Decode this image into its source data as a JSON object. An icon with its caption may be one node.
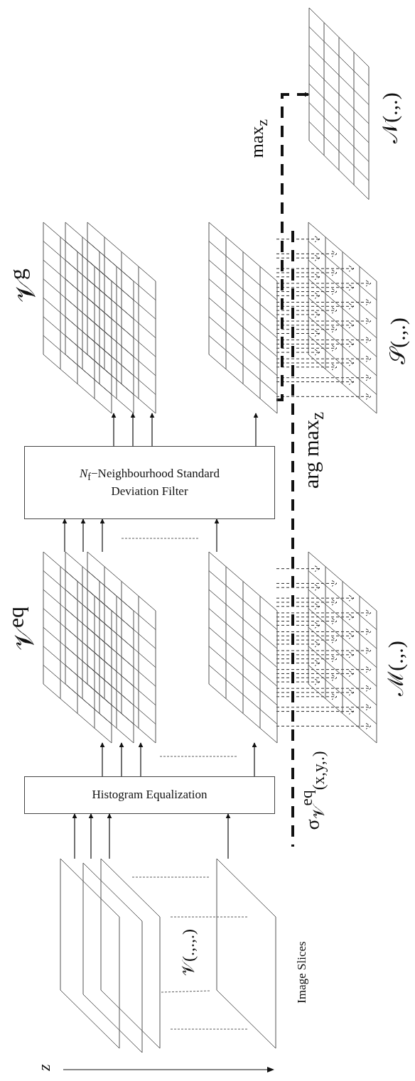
{
  "diagram": {
    "nodes": [
      {
        "text": [
          "𝒱(.,.,.)"
        ],
        "beside": [
          "Image Slices"
        ]
      },
      {
        "text": [
          "Histogram Equalization"
        ]
      },
      {
        "text": [],
        "shape": "picture",
        "beside": [
          "𝒱$^{eq}$"
        ]
      },
      {
        "text": [
          "*N*$_{f}$−Neighbourhood Standard Deviation Filter"
        ]
      },
      {
        "text": [],
        "shape": "picture",
        "beside": [
          "𝒱$^{g}$"
        ]
      },
      {
        "text": [],
        "shape": "picture",
        "beside": [
          "ℳ(.,.)"
        ]
      },
      {
        "text": [],
        "shape": "picture",
        "beside": [
          "𝒮(.,.)"
        ]
      },
      {
        "text": [],
        "shape": "picture",
        "beside": [
          "𝒩(.,.)"
        ]
      }
    ],
    "edges": [
      {
        "from": 0,
        "to": 1,
        "arrow": "to"
      },
      {
        "from": 0,
        "to": 1,
        "arrow": "to"
      },
      {
        "from": 0,
        "to": 1,
        "arrow": "to"
      },
      {
        "from": 0,
        "to": 1,
        "arrow": "to"
      },
      {
        "from": 1,
        "to": 2,
        "arrow": "to"
      },
      {
        "from": 1,
        "to": 2,
        "arrow": "to"
      },
      {
        "from": 1,
        "to": 2,
        "arrow": "to"
      },
      {
        "from": 1,
        "to": 2,
        "arrow": "to"
      },
      {
        "from": 2,
        "to": 3,
        "arrow": "to"
      },
      {
        "from": 2,
        "to": 3,
        "arrow": "to"
      },
      {
        "from": 2,
        "to": 3,
        "arrow": "to"
      },
      {
        "from": 2,
        "to": 3,
        "arrow": "to"
      },
      {
        "from": 3,
        "to": 4,
        "arrow": "to"
      },
      {
        "from": 3,
        "to": 4,
        "arrow": "to"
      },
      {
        "from": 3,
        "to": 4,
        "arrow": "to"
      },
      {
        "from": 3,
        "to": 4,
        "arrow": "to"
      },
      {
        "from": 2,
        "to": 5,
        "arrow": "to",
        "style": "dashed"
      },
      {
        "from": 4,
        "to": 6,
        "arrow": "to",
        "style": "dashed"
      },
      {
        "from": 4,
        "to": 7,
        "arrow": "to",
        "style": "dashed",
        "label": "max$_{z}$"
      }
    ],
    "labels": [
      "z",
      "σ$_{𝒱}$$^{eq}$$_{(x,y,.)}$",
      "arg max$_{z}$"
    ]
  }
}
